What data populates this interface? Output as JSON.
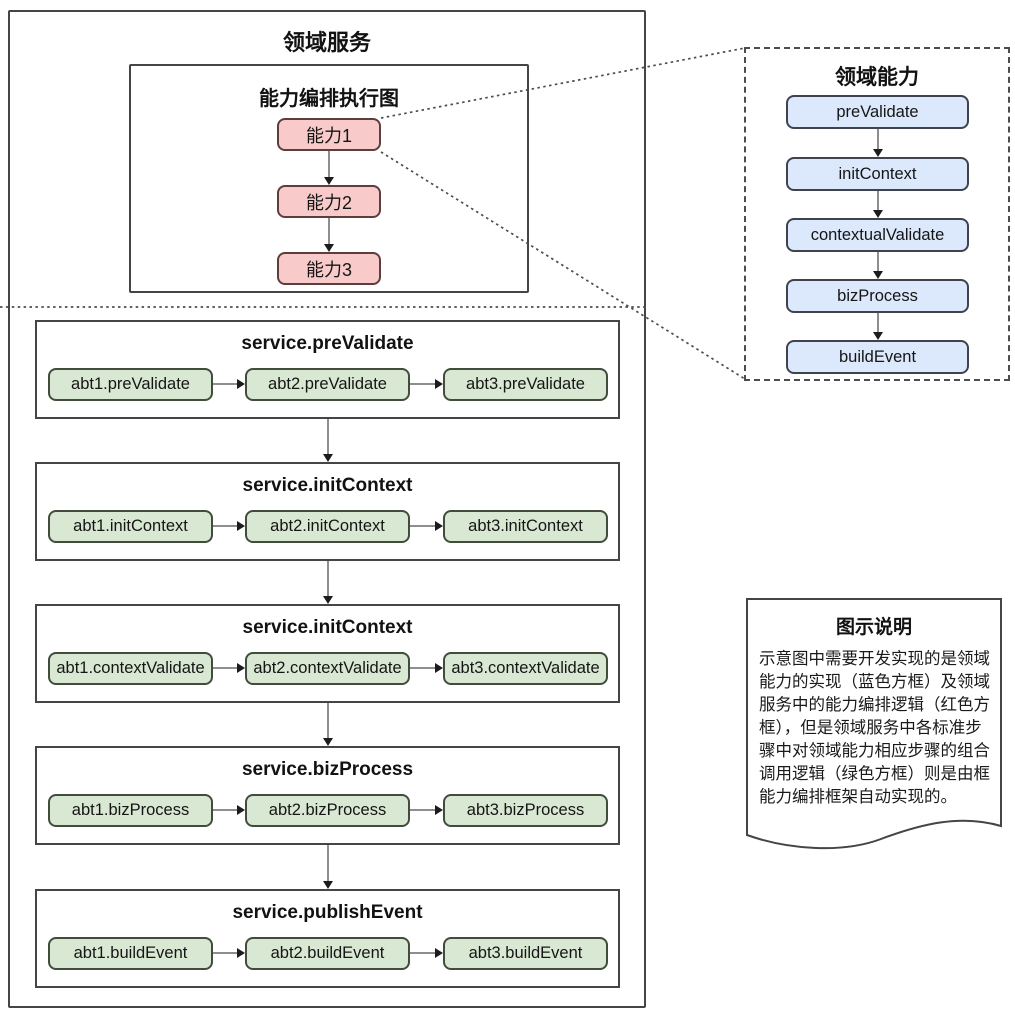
{
  "colors": {
    "pink_fill": "#f8cbca",
    "pink_border": "#5e3d3b",
    "green_fill": "#d9e8d3",
    "green_border": "#414c3d",
    "blue_fill": "#dce8fb",
    "blue_border": "#3e434d",
    "frame_border": "#454545",
    "dashed_line": "#4c4c4c",
    "arrow": "#1c1c1c"
  },
  "domain_service": {
    "title": "领域服务",
    "execution_graph": {
      "title": "能力编排执行图",
      "nodes": [
        "能力1",
        "能力2",
        "能力3"
      ]
    },
    "sections": [
      {
        "title": "service.preValidate",
        "nodes": [
          "abt1.preValidate",
          "abt2.preValidate",
          "abt3.preValidate"
        ]
      },
      {
        "title": "service.initContext",
        "nodes": [
          "abt1.initContext",
          "abt2.initContext",
          "abt3.initContext"
        ]
      },
      {
        "title": "service.initContext",
        "nodes": [
          "abt1.contextValidate",
          "abt2.contextValidate",
          "abt3.contextValidate"
        ]
      },
      {
        "title": "service.bizProcess",
        "nodes": [
          "abt1.bizProcess",
          "abt2.bizProcess",
          "abt3.bizProcess"
        ]
      },
      {
        "title": "service.publishEvent",
        "nodes": [
          "abt1.buildEvent",
          "abt2.buildEvent",
          "abt3.buildEvent"
        ]
      }
    ]
  },
  "domain_capability": {
    "title": "领域能力",
    "nodes": [
      "preValidate",
      "initContext",
      "contextualValidate",
      "bizProcess",
      "buildEvent"
    ]
  },
  "note": {
    "title": "图示说明",
    "lines": [
      "示意图中需要开发实现的是领域",
      "能力的实现（蓝色方框）及领域",
      "服务中的能力编排逻辑（红色方",
      "框），但是领域服务中各标准步",
      "骤中对领域能力相应步骤的组合",
      "调用逻辑（绿色方框）则是由框",
      "能力编排框架自动实现的。"
    ]
  }
}
